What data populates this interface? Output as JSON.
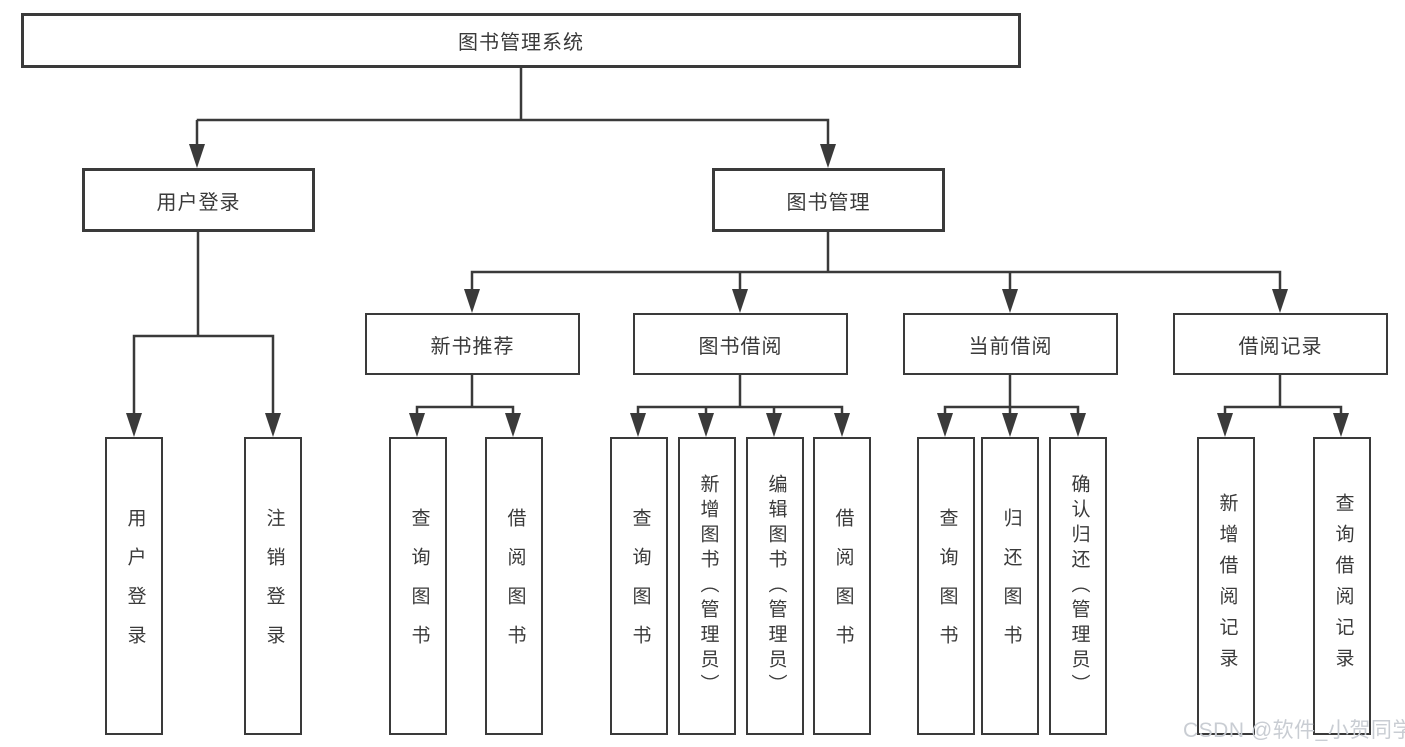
{
  "tree": {
    "label": "图书管理系统",
    "children": [
      {
        "label": "用户登录",
        "children": [
          {
            "label": "用户登录"
          },
          {
            "label": "注销登录"
          }
        ]
      },
      {
        "label": "图书管理",
        "children": [
          {
            "label": "新书推荐",
            "children": [
              {
                "label": "查询图书"
              },
              {
                "label": "借阅图书"
              }
            ]
          },
          {
            "label": "图书借阅",
            "children": [
              {
                "label": "查询图书"
              },
              {
                "label": "新增图书（管理员）"
              },
              {
                "label": "编辑图书（管理员）"
              },
              {
                "label": "借阅图书"
              }
            ]
          },
          {
            "label": "当前借阅",
            "children": [
              {
                "label": "查询图书"
              },
              {
                "label": "归还图书"
              },
              {
                "label": "确认归还（管理员）"
              }
            ]
          },
          {
            "label": "借阅记录",
            "children": [
              {
                "label": "新增借阅记录"
              },
              {
                "label": "查询借阅记录"
              }
            ]
          }
        ]
      }
    ]
  },
  "watermark": "CSDN @软件_小贺同学",
  "colors": {
    "line": "#3a3a3a",
    "text": "#3a3a3a",
    "watermark": "#c9cdd3",
    "background": "#ffffff"
  }
}
